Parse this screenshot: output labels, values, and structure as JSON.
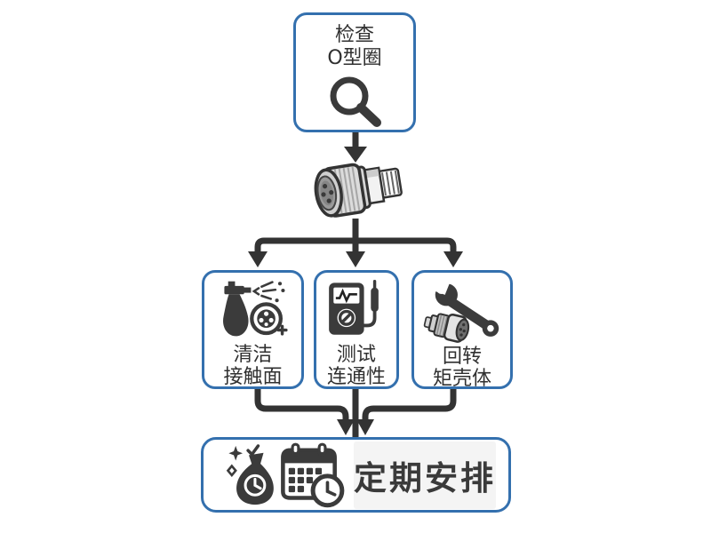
{
  "diagram": {
    "type": "flowchart",
    "colors": {
      "box_border": "#3470ae",
      "arrow_line": "#333333",
      "text": "#303030",
      "icon_dark": "#3b3b3b",
      "final_label_bg": "#f4f4f4"
    },
    "top_step": {
      "line1": "检查",
      "line2": "O型圈",
      "icon": "magnifier-icon"
    },
    "center_graphic": {
      "icon": "m12-connector-illustration"
    },
    "steps": [
      {
        "line1": "清洁",
        "line2": "接触面",
        "icon": "spray-clean-icon"
      },
      {
        "line1": "测试",
        "line2": "连通性",
        "icon": "multimeter-icon"
      },
      {
        "line1": "回转",
        "line2": "矩壳体",
        "icon": "wrench-connector-icon"
      }
    ],
    "final_step": {
      "label": "定期安排",
      "icons": [
        "money-bag-clock-icon",
        "calendar-clock-icon"
      ]
    }
  }
}
